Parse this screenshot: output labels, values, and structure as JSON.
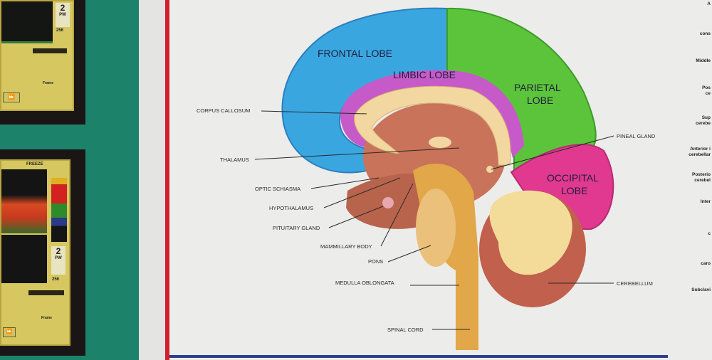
{
  "left_panels": {
    "top": {
      "number": "2",
      "unit": "PW",
      "value": "256",
      "footer_label": "Frame"
    },
    "bottom": {
      "header": "FREEZE",
      "number": "2",
      "unit": "PW",
      "value": "256",
      "footer_label": "Frame"
    }
  },
  "lobes": {
    "frontal": "FRONTAL LOBE",
    "limbic": "LIMBIC LOBE",
    "parietal_1": "PARIETAL",
    "parietal_2": "LOBE",
    "occipital_1": "OCCIPITAL",
    "occipital_2": "LOBE"
  },
  "labels": {
    "corpus_callosum": "CORPUS CALLOSUM",
    "thalamus": "THALAMUS",
    "optic_chiasma": "OPTIC SCHIASMA",
    "hypothalamus": "HYPOTHALAMUS",
    "pituitary": "PITUITARY GLAND",
    "mammillary": "MAMMILLARY BODY",
    "pons": "PONS",
    "medulla": "MEDULLA OBLONGATA",
    "spinal_cord": "SPINAL CORD",
    "pineal": "PINEAL GLAND",
    "cerebellum": "CEREBELLUM"
  },
  "right_edge_labels": [
    "A",
    "cons",
    "Middle",
    "Pos ce",
    "Sup cerebe",
    "Anterior i cerebellar",
    "Posterio cerebel",
    "Inter",
    "c",
    "caro",
    "Subclavi"
  ],
  "colors": {
    "frontal": "#3aa6e0",
    "parietal": "#5cc43a",
    "limbic": "#c65ac8",
    "occipital": "#e0398f",
    "accent_red": "#d3202a"
  }
}
